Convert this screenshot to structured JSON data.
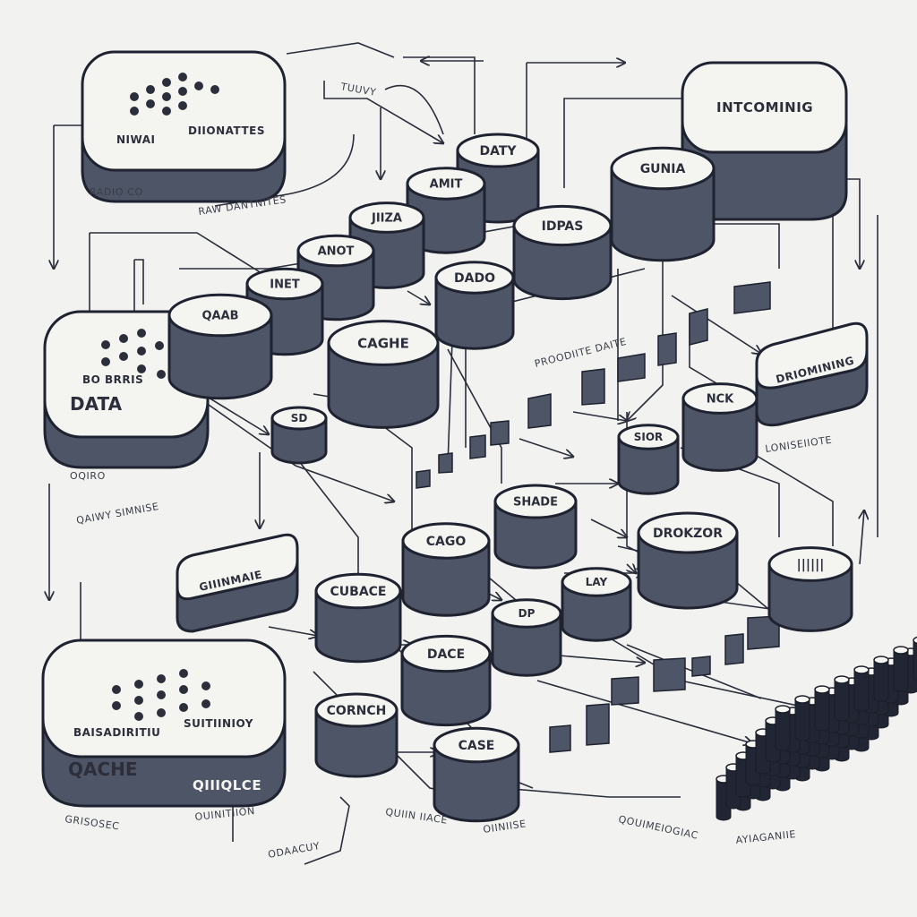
{
  "colors": {
    "background": "#f2f3f1",
    "body": "#4e5566",
    "top": "#f4f5f1",
    "outline": "#1f2230"
  },
  "boxes": {
    "box_tl": {
      "line1": "NIWAI",
      "line2": "DIIONATTES"
    },
    "box_ml": {
      "title": "DATA",
      "subtitle": "BO BRRIS"
    },
    "box_bl": {
      "line1": "BAISADIRITIU",
      "line2": "SUITIINIOY",
      "title": "QACHE",
      "sub": "QIIIQLCE"
    },
    "box_tr": {
      "label": "INTCOMINIG"
    },
    "pill_gui": {
      "label": "GIIINMAIE"
    },
    "pill_dr": {
      "label": "DRIOMINING"
    }
  },
  "cylinders": {
    "c_daty": "DATY",
    "c_amit": "AMIT",
    "c_jiiza": "JIIZA",
    "c_anot": "ANOT",
    "c_inet": "INET",
    "c_qaab": "QAAB",
    "c_cache": "CAGHE",
    "c_dado": "DADO",
    "c_idpas": "IDPAS",
    "c_gunia": "GUNIA",
    "c_sd": "SD",
    "c_nck": "NCK",
    "c_sior": "SIOR",
    "c_shade": "SHADE",
    "c_cago": "CAGO",
    "c_cubace": "CUBACE",
    "c_dp": "DP",
    "c_lay": "LAY",
    "c_drokzor": "DROKZOR",
    "c_dace": "DACE",
    "c_cornch": "CORNCH",
    "c_case": "CASE",
    "c_ticks": "||||||"
  },
  "captions": {
    "radioco": "RADIO CO",
    "raw_datnites": "RAW DANTNITES",
    "tuuvv": "TUUVY",
    "oqiro": "OQIRO",
    "qaiw_simnise": "QAIWY SIMNISE",
    "prooditie": "PROODIITE DAITE",
    "lonisenote": "LONISEIIOTE",
    "grisosec": "GRISOSEC",
    "ouinitiion": "OUINITIION",
    "quiin_iacc": "QUIIN IIACE",
    "oiiniiise": "OIINIISE",
    "odaacuy": "ODAACUY",
    "qouimeiogiac": "QOUIMEIOGIAC",
    "ayiaganiie": "AYIAGANIIE"
  }
}
